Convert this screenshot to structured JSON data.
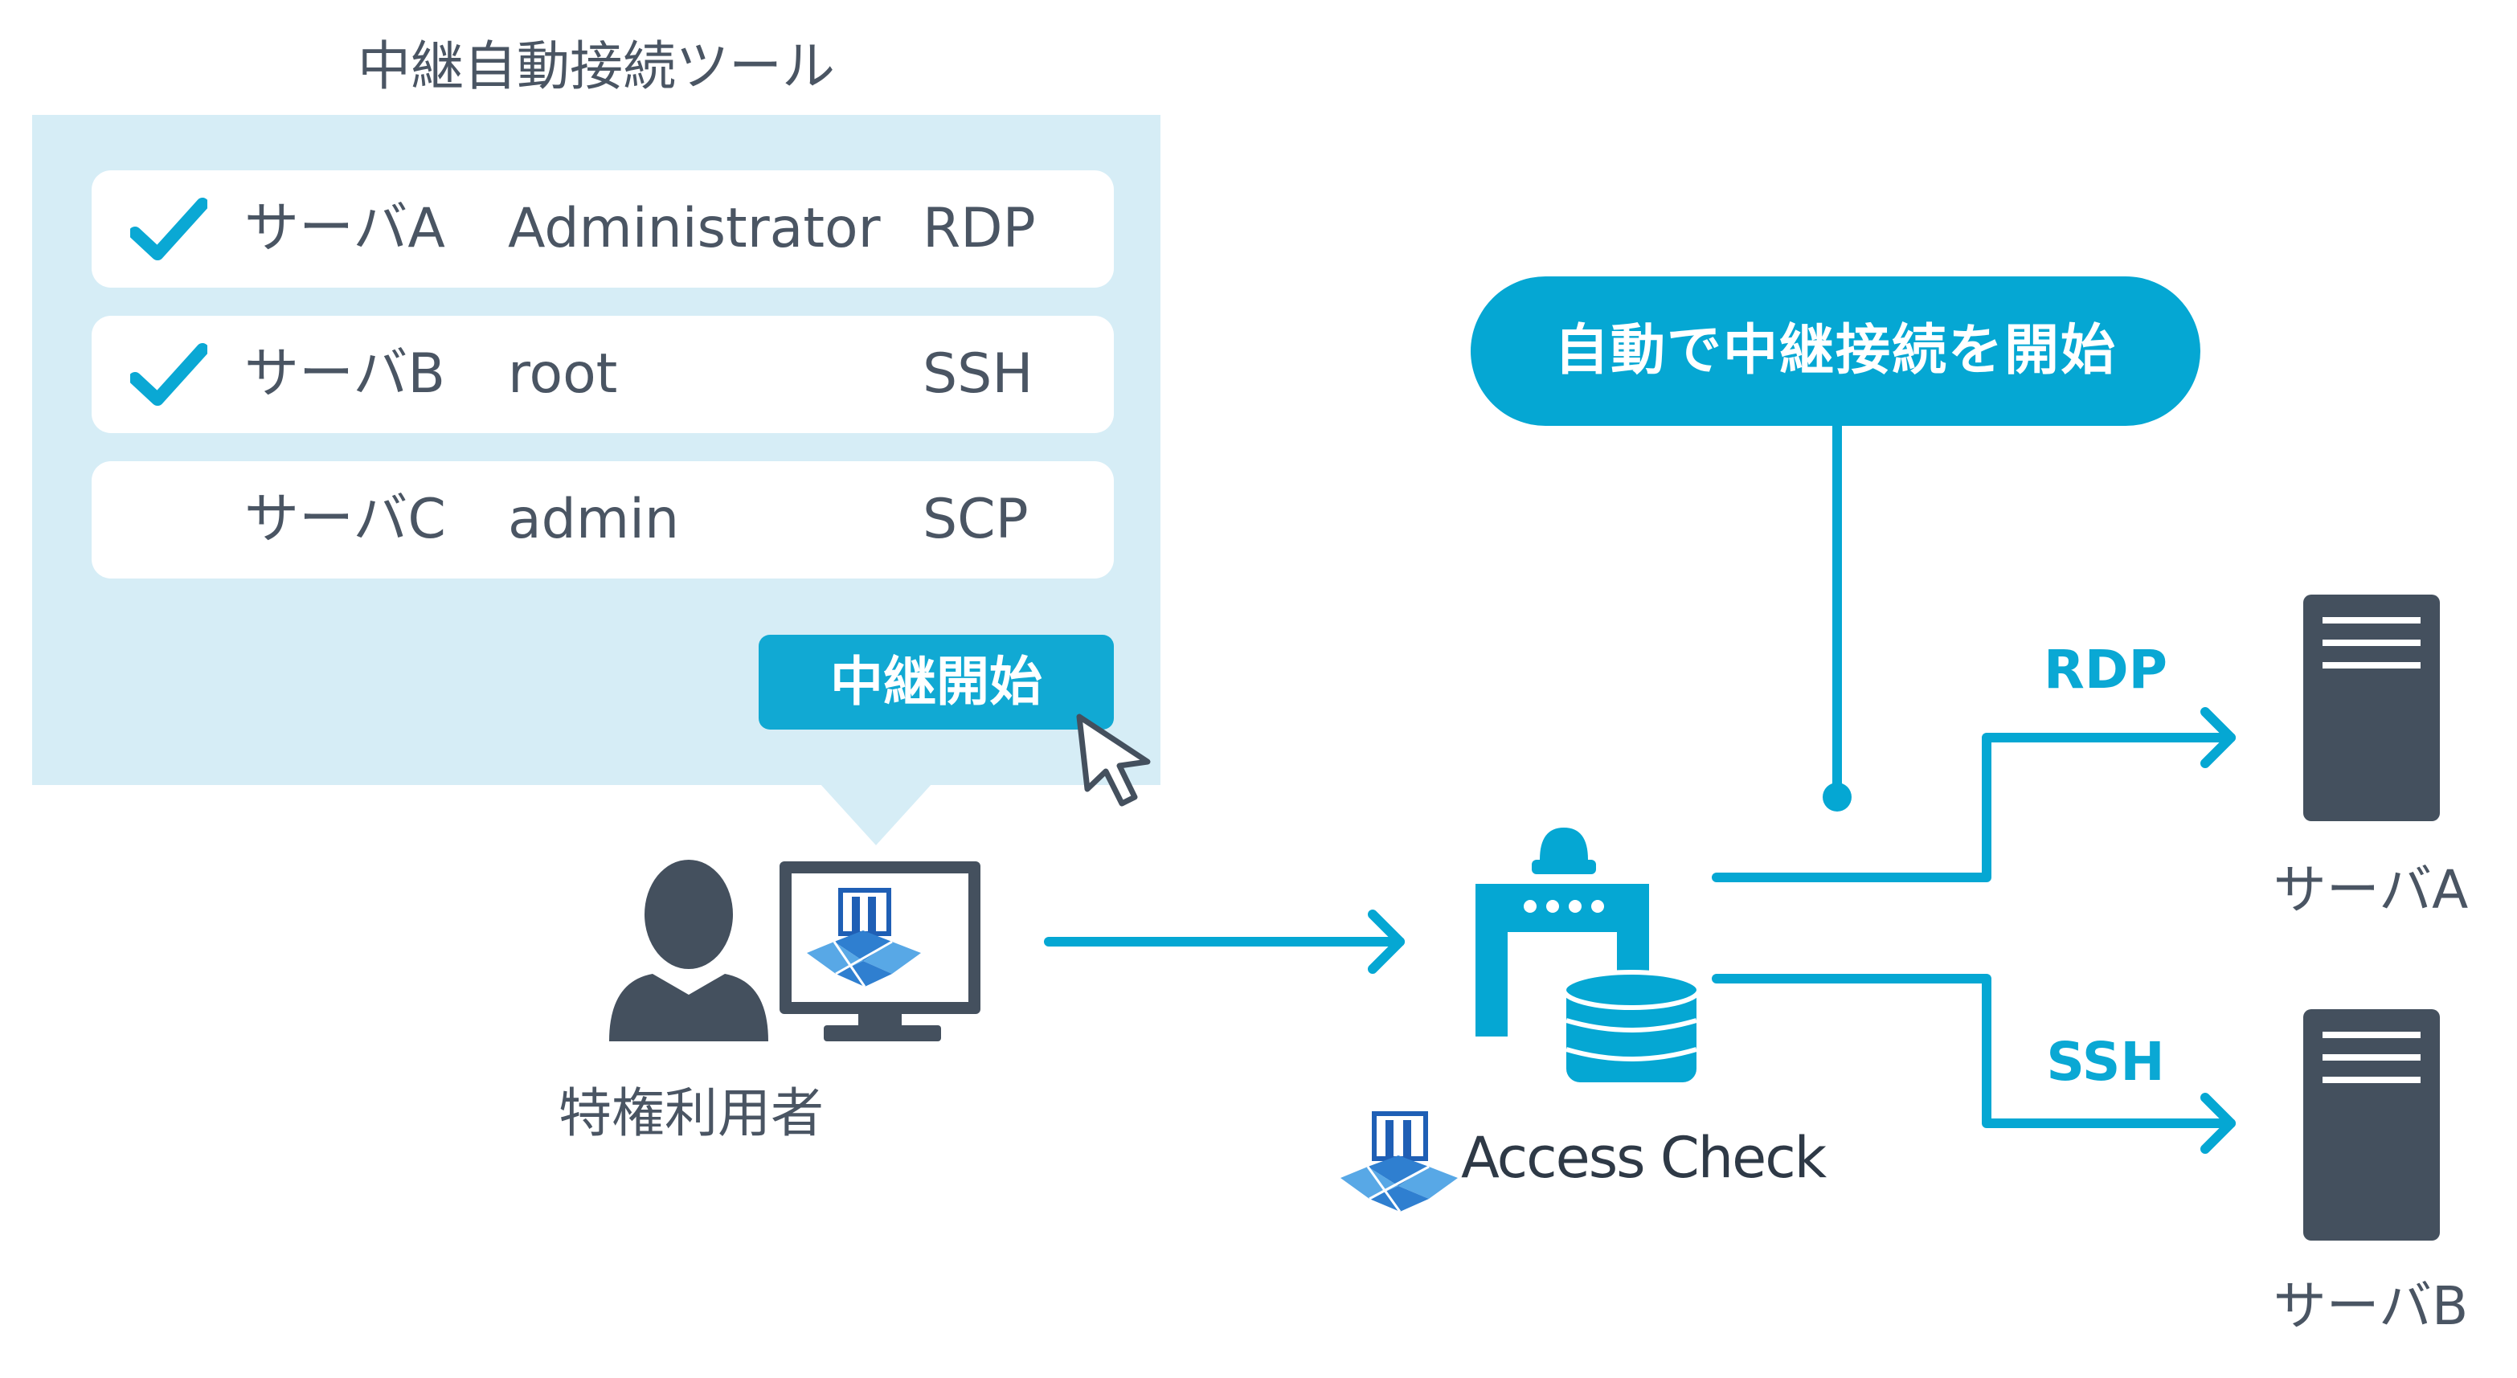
{
  "tool": {
    "title": "中継自動接続ツール",
    "rows": [
      {
        "checked": true,
        "server": "サーバA",
        "user": "Administrator",
        "protocol": "RDP"
      },
      {
        "checked": true,
        "server": "サーバB",
        "user": "root",
        "protocol": "SSH"
      },
      {
        "checked": false,
        "server": "サーバC",
        "user": "admin",
        "protocol": "SCP"
      }
    ],
    "start_button": "中継開始"
  },
  "user_label": "特権利用者",
  "auto_connect_label": "自動で中継接続を開始",
  "gateway": {
    "brand": "Access Check"
  },
  "targets": [
    {
      "protocol": "RDP",
      "server": "サーバA"
    },
    {
      "protocol": "SSH",
      "server": "サーバB"
    }
  ],
  "colors": {
    "accent": "#05a7d3",
    "panel": "#d6edf6",
    "dark": "#44505e",
    "brand_blue": "#1f5fb5"
  }
}
